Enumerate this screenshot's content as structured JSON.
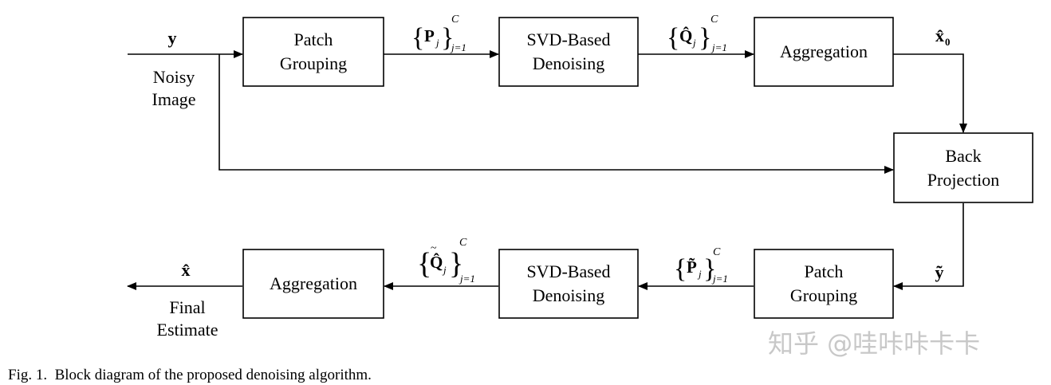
{
  "blocks": {
    "patch_grouping_1": [
      "Patch",
      "Grouping"
    ],
    "svd_denoising_1": [
      "SVD-Based",
      "Denoising"
    ],
    "aggregation_1": [
      "Aggregation"
    ],
    "back_projection": [
      "Back",
      "Projection"
    ],
    "patch_grouping_2": [
      "Patch",
      "Grouping"
    ],
    "svd_denoising_2": [
      "SVD-Based",
      "Denoising"
    ],
    "aggregation_2": [
      "Aggregation"
    ]
  },
  "labels": {
    "y": "y",
    "noisy": "Noisy",
    "image": "Image",
    "x0": "x̂",
    "x0_sub": "0",
    "ytilde": "ỹ",
    "xhat": "x̂",
    "final": "Final",
    "estimate": "Estimate"
  },
  "sets": {
    "P": {
      "sym": "P",
      "sub": "j",
      "range": "j=1",
      "sup": "C"
    },
    "Qhat": {
      "sym": "Q̂",
      "sub": "j",
      "range": "j=1",
      "sup": "C"
    },
    "Ptilde": {
      "sym": "P̃",
      "sub": "j",
      "range": "j=1",
      "sup": "C"
    },
    "Qhattilde": {
      "sym": "Q̂",
      "sub": "j",
      "range": "j=1",
      "sup": "C"
    }
  },
  "caption": "Fig. 1.  Block diagram of the proposed denoising algorithm.",
  "watermark": "知乎 @哇咔咔卡卡"
}
